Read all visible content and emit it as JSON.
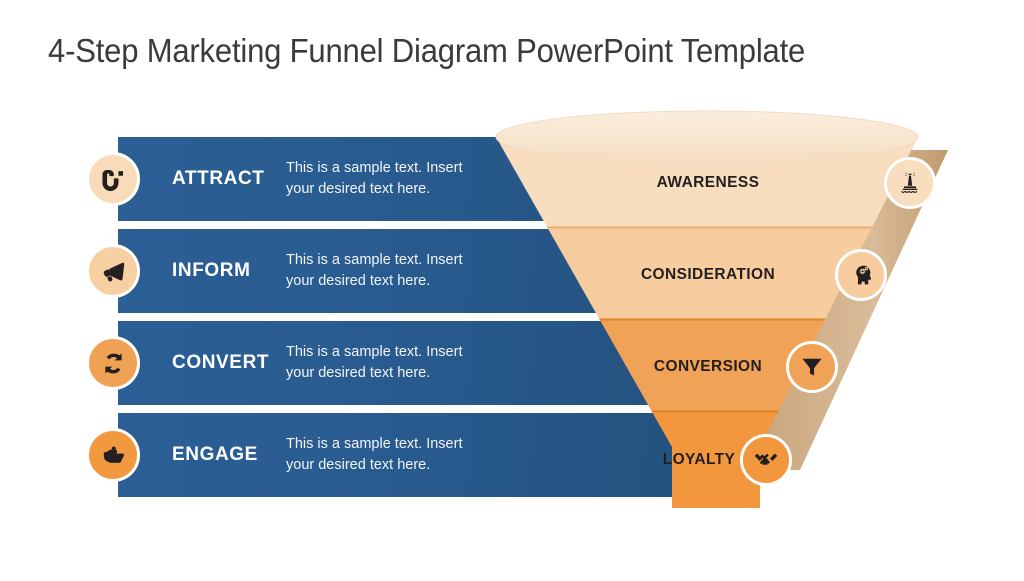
{
  "slide": {
    "title": "4-Step Marketing Funnel Diagram PowerPoint Template",
    "background": "#ffffff"
  },
  "steps": {
    "bar_color": "#2b5f95",
    "items": [
      {
        "label": "ATTRACT",
        "description": "This is a sample text. Insert your desired text here.",
        "icon": "magnet-icon",
        "circle_color": "#f8dcba"
      },
      {
        "label": "INFORM",
        "description": "This is a sample text. Insert your desired text here.",
        "icon": "megaphone-icon",
        "circle_color": "#f6cfa3"
      },
      {
        "label": "CONVERT",
        "description": "This is a sample text. Insert your desired text here.",
        "icon": "refresh-cycle-icon",
        "circle_color": "#f0a254"
      },
      {
        "label": "ENGAGE",
        "description": "This is a sample text. Insert your desired text here.",
        "icon": "pointing-hand-icon",
        "circle_color": "#f2993f"
      }
    ]
  },
  "funnel": {
    "bands": [
      {
        "label": "AWARENESS",
        "icon": "lighthouse-icon",
        "color": "#f8ddbe",
        "circle_color": "#f8ddbe"
      },
      {
        "label": "CONSIDERATION",
        "icon": "head-gears-icon",
        "color": "#f7cda0",
        "circle_color": "#f7cda0"
      },
      {
        "label": "CONVERSION",
        "icon": "funnel-icon",
        "color": "#f0a257",
        "circle_color": "#f0a257"
      },
      {
        "label": "LOYALTY",
        "icon": "handshake-icon",
        "color": "#f2973d",
        "circle_color": "#f2973d"
      }
    ],
    "side_shadow_color": "#cbab85",
    "rim_color": "#f5e3cc"
  }
}
